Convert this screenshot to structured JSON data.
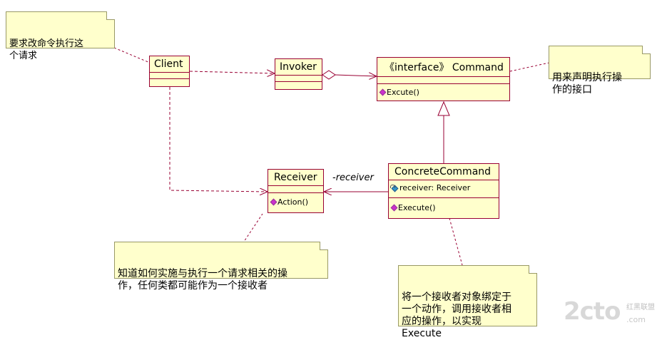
{
  "classes": {
    "client": {
      "name": "Client"
    },
    "invoker": {
      "name": "Invoker"
    },
    "command": {
      "name": "《interface》 Command",
      "operations": [
        "Excute()"
      ]
    },
    "concrete": {
      "name": "ConcreteCommand",
      "attributes": [
        "receiver: Receiver"
      ],
      "operations": [
        "Execute()"
      ]
    },
    "receiver": {
      "name": "Receiver",
      "operations": [
        "Action()"
      ]
    }
  },
  "role_label": "-receiver",
  "notes": {
    "client_note": "要求改命令执行这\n个请求",
    "command_note": "用来声明执行操\n作的接口",
    "receiver_note": "知道如何实施与执行一个请求相关的操\n作，任何类都可能作为一个接收者",
    "concrete_note": "将一个接收者对象绑定于\n一个动作，调用接收者相\n应的操作，以实现\nExecute"
  },
  "watermark": {
    "logo": "2cto",
    "subtitle": "红黑联盟",
    "domain": ".com"
  },
  "colors": {
    "class_fill": "#ffffcc",
    "class_border": "#990033",
    "note_border": "#999966",
    "operation_icon": "#cc33cc",
    "attribute_icon": "#3399cc"
  },
  "icons": {
    "operation": "operation-diamond-icon",
    "attribute": "private-attribute-icon"
  }
}
